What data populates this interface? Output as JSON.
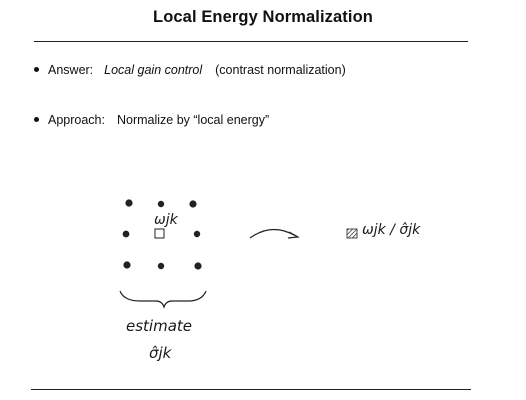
{
  "slide": {
    "title": "Local Energy Normalization"
  },
  "bullets": [
    {
      "label": "Answer:",
      "emphasis": "Local gain control",
      "detail": "(contrast normalization)"
    },
    {
      "label": "Approach:",
      "text": "Normalize by “local energy”"
    }
  ],
  "sketch": {
    "coefficient_label": "ωjk",
    "normalized_label": "ωjk / σ̂jk",
    "estimate_word": "estimate",
    "sigma_label": "σ̂jk",
    "icons": [
      "neighbor-coefficient-icon",
      "center-coefficient-square-icon",
      "arrow-icon",
      "hatched-square-icon",
      "curly-brace-icon"
    ]
  }
}
